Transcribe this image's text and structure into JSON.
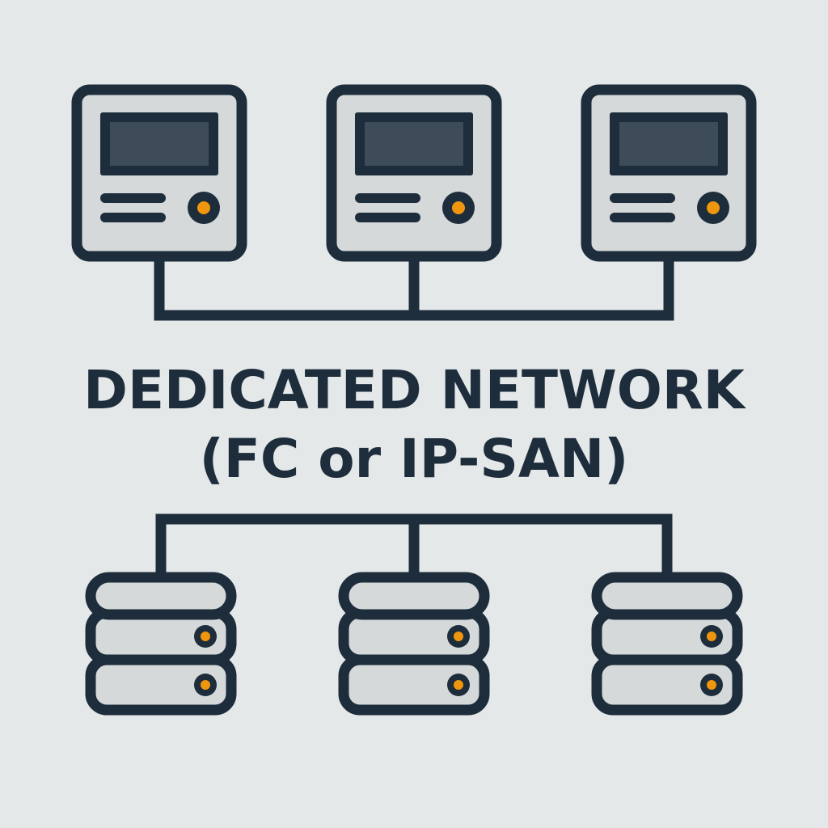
{
  "title": {
    "line1": "DEDICATED NETWORK",
    "line2": "(FC or IP-SAN)"
  },
  "servers": [
    {
      "name": "server-1"
    },
    {
      "name": "server-2"
    },
    {
      "name": "server-3"
    }
  ],
  "storage": [
    {
      "name": "storage-1"
    },
    {
      "name": "storage-2"
    },
    {
      "name": "storage-3"
    }
  ],
  "colors": {
    "background": "#e4e8e9",
    "outline": "#1e2d3b",
    "fill": "#d5d9da",
    "screen": "#3e4b58",
    "accent": "#f0960e"
  }
}
